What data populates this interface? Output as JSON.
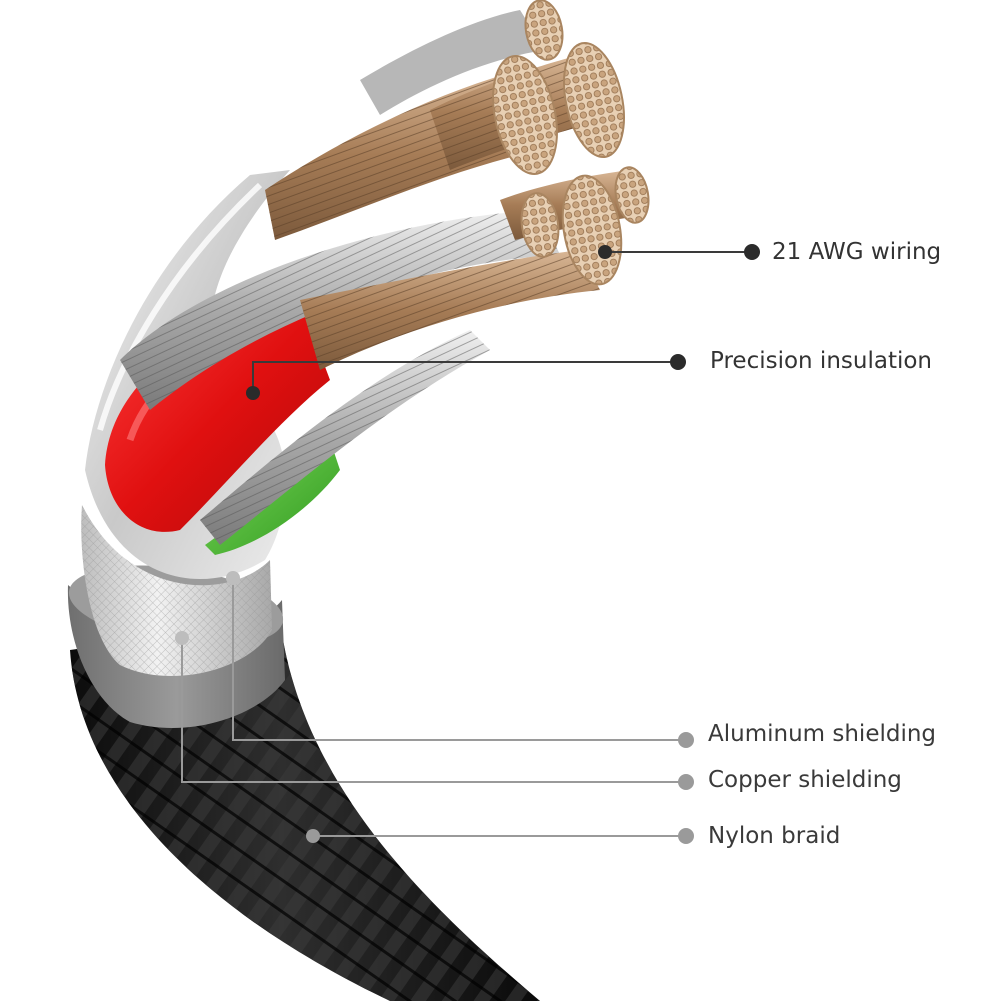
{
  "labels": {
    "awg": "21 AWG wiring",
    "insulation": "Precision insulation",
    "aluminum": "Aluminum shielding",
    "copper": "Copper shielding",
    "nylon": "Nylon braid"
  },
  "colors": {
    "background": "#ffffff",
    "label_text": "#333333",
    "upper_marker": "#2b2b2b",
    "lower_marker": "#9a9a9a",
    "copper": "#b8926e",
    "silver": "#c8c8c8",
    "red_insulation": "#e01818",
    "green_insulation": "#44b02e",
    "nylon_braid": "#1c1c1c",
    "gray_jacket": "#8a8a8a"
  },
  "icons": [
    "cable-cross-section-illustration",
    "callout-dot"
  ]
}
